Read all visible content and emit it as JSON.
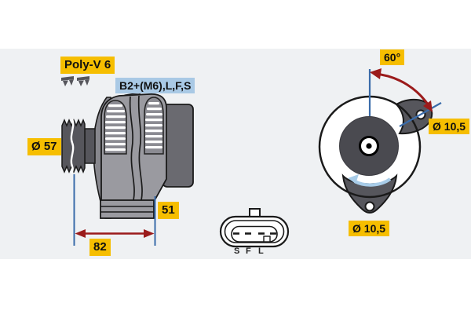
{
  "drawing_type": "alternator-technical-drawing",
  "labels": {
    "belt": "Poly-V 6",
    "terminals": "B2+(M6),L,F,S",
    "pulley_diameter": "Ø 57",
    "dim_depth": "51",
    "dim_length": "82",
    "mounting_angle": "60°",
    "hole_diameter_upper": "Ø 10,5",
    "hole_diameter_lower": "Ø 10,5",
    "pins": [
      "S",
      "F",
      "L"
    ]
  },
  "colors": {
    "label_yellow": "#f6be00",
    "label_blue": "#a9c9e5",
    "dimension_red": "#9b1b1b",
    "dimension_blue": "#3a6caa",
    "rotation_arrow_blue": "#a8cce8",
    "body_gray": "#9a9aa0",
    "housing_gray": "#87878d",
    "rear_block_gray": "#6a6a70",
    "pulley_gray": "#56565c",
    "rotor_face_gray": "#4a4a50",
    "background_band": "#eff1f3"
  }
}
